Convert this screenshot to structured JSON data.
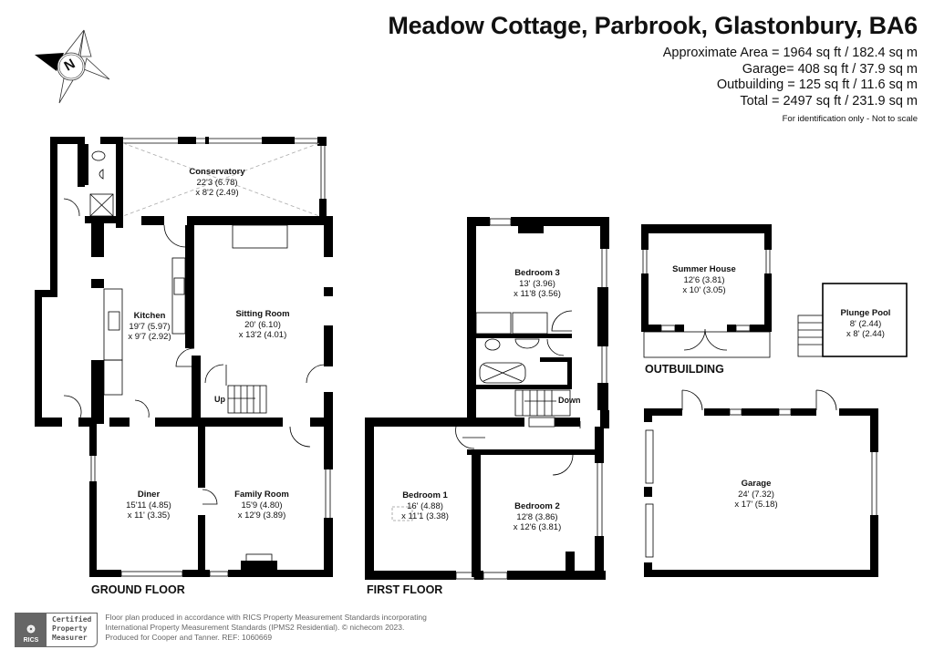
{
  "header": {
    "title": "Meadow Cottage, Parbrook, Glastonbury, BA6",
    "areas": [
      "Approximate Area = 1964 sq ft / 182.4 sq m",
      "Garage= 408 sq ft / 37.9 sq m",
      "Outbuilding = 125 sq ft / 11.6 sq m",
      "Total = 2497 sq ft / 231.9 sq m"
    ],
    "note": "For identification only - Not to scale"
  },
  "compass": {
    "letter": "N"
  },
  "floors": {
    "ground": "GROUND FLOOR",
    "first": "FIRST FLOOR",
    "outbuilding": "OUTBUILDING"
  },
  "rooms": {
    "conservatory": {
      "name": "Conservatory",
      "dim1": "22'3 (6.78)",
      "dim2": "x 8'2 (2.49)"
    },
    "kitchen": {
      "name": "Kitchen",
      "dim1": "19'7 (5.97)",
      "dim2": "x 9'7 (2.92)"
    },
    "sitting_room": {
      "name": "Sitting Room",
      "dim1": "20' (6.10)",
      "dim2": "x 13'2 (4.01)"
    },
    "diner": {
      "name": "Diner",
      "dim1": "15'11 (4.85)",
      "dim2": "x 11' (3.35)"
    },
    "family_room": {
      "name": "Family Room",
      "dim1": "15'9 (4.80)",
      "dim2": "x 12'9 (3.89)"
    },
    "bedroom3": {
      "name": "Bedroom 3",
      "dim1": "13' (3.96)",
      "dim2": "x 11'8 (3.56)"
    },
    "bedroom1": {
      "name": "Bedroom 1",
      "dim1": "16' (4.88)",
      "dim2": "x 11'1 (3.38)"
    },
    "bedroom2": {
      "name": "Bedroom 2",
      "dim1": "12'8 (3.86)",
      "dim2": "x 12'6 (3.81)"
    },
    "summer_house": {
      "name": "Summer House",
      "dim1": "12'6 (3.81)",
      "dim2": "x 10' (3.05)"
    },
    "plunge_pool": {
      "name": "Plunge Pool",
      "dim1": "8' (2.44)",
      "dim2": "x 8' (2.44)"
    },
    "garage": {
      "name": "Garage",
      "dim1": "24' (7.32)",
      "dim2": "x 17' (5.18)"
    }
  },
  "stairs": {
    "up": "Up",
    "down": "Down"
  },
  "footer": {
    "rics_logo": "RICS",
    "badge": [
      "Certified",
      "Property",
      "Measurer"
    ],
    "lines": [
      "Floor plan produced in accordance with RICS Property Measurement Standards incorporating",
      "International Property Measurement Standards (IPMS2 Residential).   © nichecom 2023.",
      "Produced for Cooper and Tanner.   REF:  1060669"
    ]
  }
}
